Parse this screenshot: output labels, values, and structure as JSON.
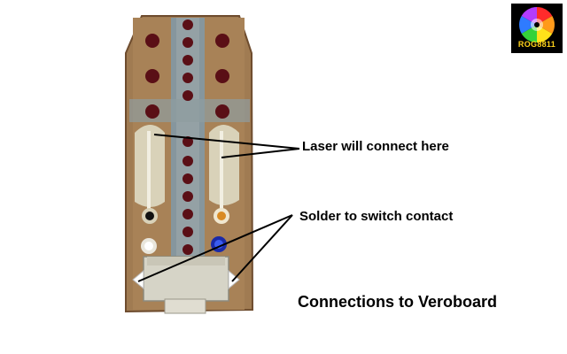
{
  "labels": {
    "laser": "Laser will connect here",
    "solder": "Solder to switch contact",
    "title": "Connections to Veroboard"
  },
  "logo": {
    "text": "ROG8811",
    "icon": "colour-wheel-icon"
  },
  "colors": {
    "board_copper": "#a07b52",
    "board_edge": "#7a5534",
    "strip_gap": "#86969d",
    "hole": "#5a0f16",
    "pad_wire": "#d9d2b9",
    "wire_orange": "#d98a22",
    "wire_blue": "#2a3fd0",
    "switch_body": "#d6d4c7"
  }
}
